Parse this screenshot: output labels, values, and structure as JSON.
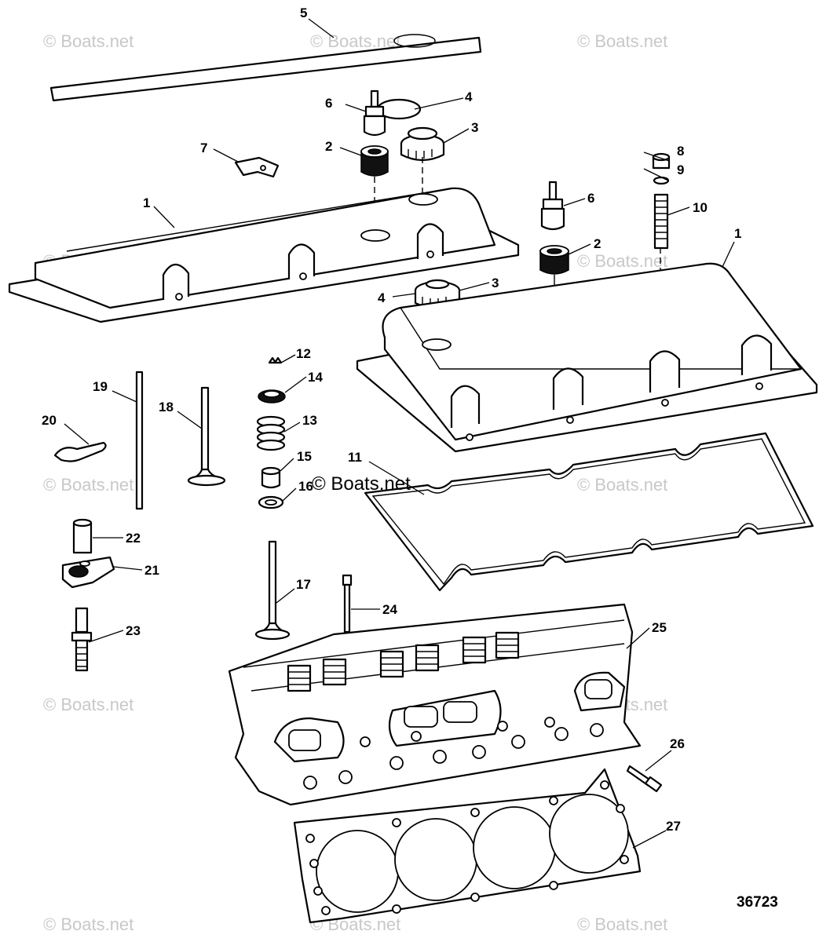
{
  "watermark": "© Boats.net",
  "inline_watermark": "© Boats.net",
  "figure_number": "36723",
  "callouts": {
    "c1a": "1",
    "c1b": "1",
    "c2a": "2",
    "c2b": "2",
    "c3a": "3",
    "c3b": "3",
    "c4a": "4",
    "c4b": "4",
    "c5": "5",
    "c6a": "6",
    "c6b": "6",
    "c7": "7",
    "c8": "8",
    "c9": "9",
    "c10": "10",
    "c11": "11",
    "c12": "12",
    "c13": "13",
    "c14": "14",
    "c15": "15",
    "c16": "16",
    "c17": "17",
    "c18": "18",
    "c19": "19",
    "c20": "20",
    "c21": "21",
    "c22": "22",
    "c23": "23",
    "c24": "24",
    "c25": "25",
    "c26": "26",
    "c27": "27"
  }
}
